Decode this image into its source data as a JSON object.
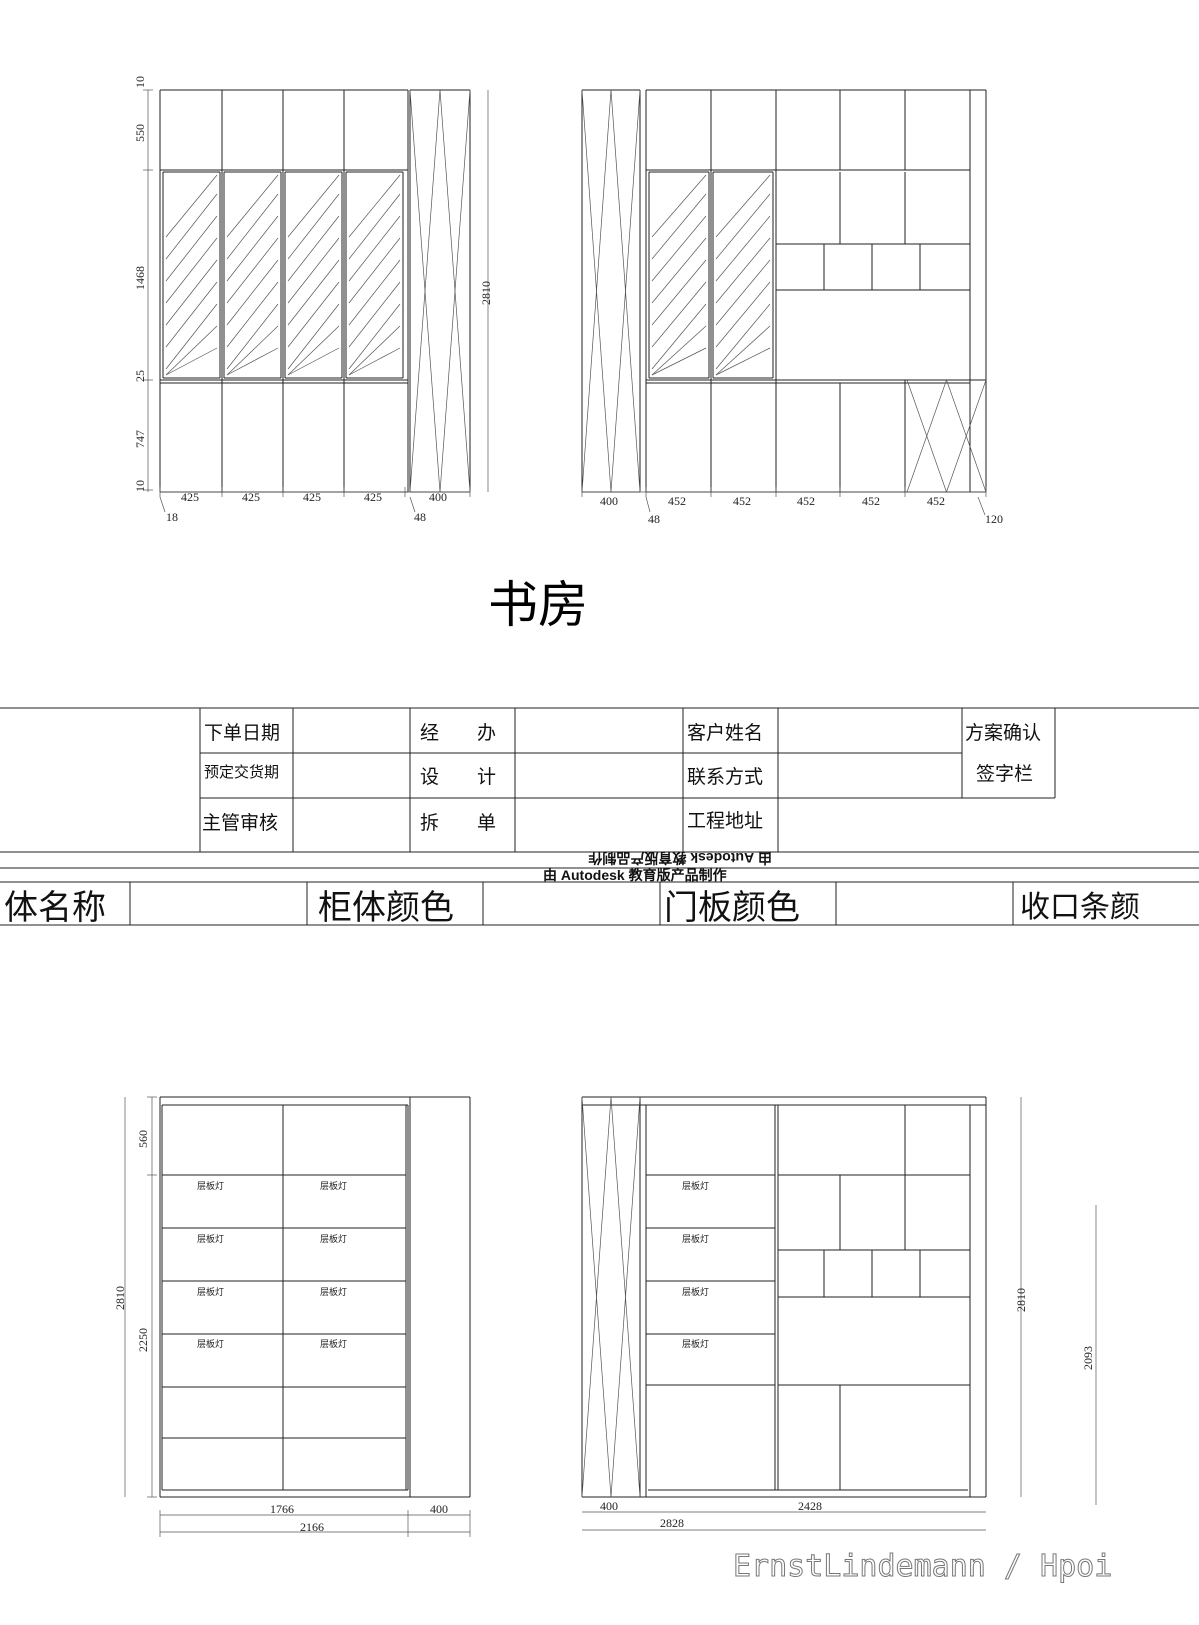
{
  "title": "书房",
  "top_left": {
    "vdims": [
      "10",
      "550",
      "1468",
      "25",
      "747",
      "10"
    ],
    "total_height": "2810",
    "hdims": [
      "425",
      "425",
      "425",
      "425",
      "400"
    ],
    "small": [
      "18",
      "48"
    ]
  },
  "top_right": {
    "hdims": [
      "400",
      "452",
      "452",
      "452",
      "452",
      "452"
    ],
    "small": [
      "48",
      "120"
    ]
  },
  "table": {
    "r1": [
      "下单日期",
      "经　　办",
      "客户姓名",
      "方案确认"
    ],
    "r2": [
      "预定交货期",
      "设　　计",
      "联系方式",
      "签字栏"
    ],
    "r3": [
      "主管审核",
      "拆　　单",
      "工程地址"
    ],
    "stamp_mirrored": "由 Autodesk 教育版产品制作",
    "stamp": "由 Autodesk 教育版产品制作",
    "big": [
      "体名称",
      "柜体颜色",
      "门板颜色",
      "收口条颜"
    ]
  },
  "bottom_left": {
    "vdims": [
      "560",
      "2250"
    ],
    "total_height": "2810",
    "shelf_light": "层板灯",
    "hdims": [
      "1766",
      "400"
    ],
    "total_width": "2166"
  },
  "bottom_right": {
    "shelf_light": "层板灯",
    "total_height": "2810",
    "side_height": "2093",
    "hdims": [
      "400",
      "2428"
    ],
    "total_width": "2828"
  },
  "watermark": "ErnstLindemann / Hpoi"
}
